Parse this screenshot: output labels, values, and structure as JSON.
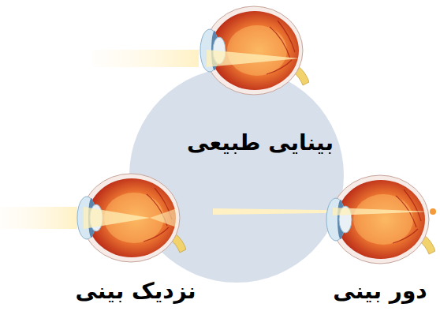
{
  "diagram": {
    "labels": [
      "بینایی طبیعی",
      "دور بینی",
      "نزدیک بینی"
    ]
  }
}
